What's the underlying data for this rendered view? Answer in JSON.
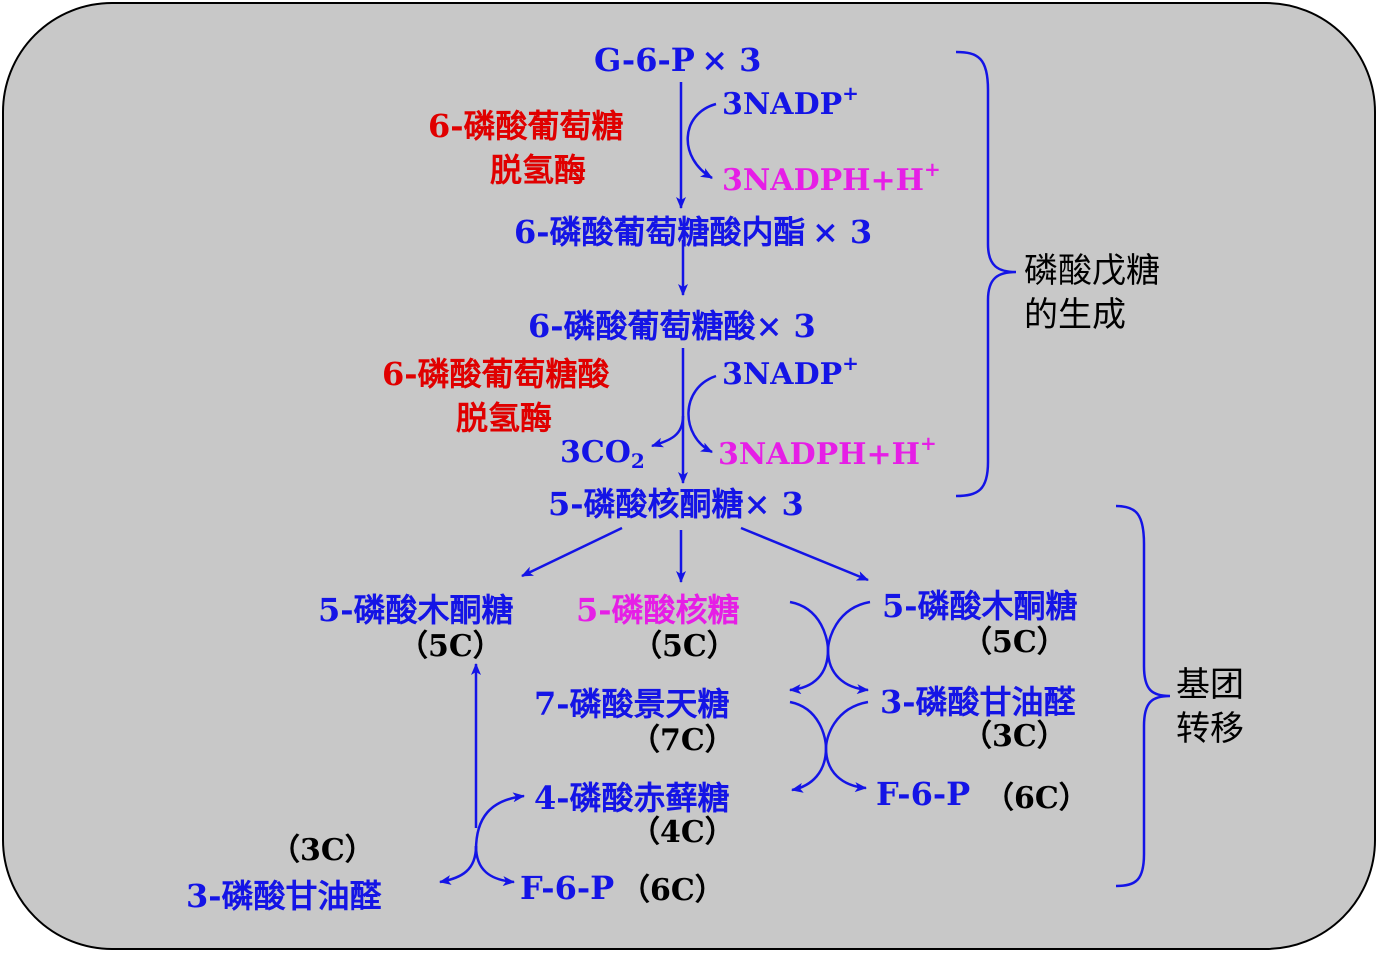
{
  "colors": {
    "background": "#c8c8c8",
    "metabolite": "#1414e6",
    "enzyme": "#e00000",
    "product": "#e61ee6",
    "label": "#000000"
  },
  "main": {
    "g6p": "G-6-P",
    "times3": "× 3",
    "enzyme1_line1": "6-磷酸葡萄糖",
    "enzyme1_line2": "脱氢酶",
    "nadp_1": "3NADP",
    "nadph_1": "3NADPH+H",
    "lactone": "6-磷酸葡萄糖酸内酯",
    "gluconate": "6-磷酸葡萄糖酸",
    "enzyme2_line1": "6-磷酸葡萄糖酸",
    "enzyme2_line2": "脱氢酶",
    "nadp_2": "3NADP",
    "co2": "3CO",
    "co2_sub": "2",
    "nadph_2": "3NADPH+H",
    "plus": "+",
    "ribulose5p": "5-磷酸核酮糖"
  },
  "transfer": {
    "xylulose5p_left": "5-磷酸木酮糖",
    "xylulose5p_left_c": "（5C）",
    "ribose5p": "5-磷酸核糖",
    "ribose5p_c": "（5C）",
    "xylulose5p_right": "5-磷酸木酮糖",
    "xylulose5p_right_c": "（5C）",
    "sedoheptulose7p": "7-磷酸景天糖",
    "sedoheptulose7p_c": "（7C）",
    "gap_right": "3-磷酸甘油醛",
    "gap_right_c": "（3C）",
    "erythrose4p": "4-磷酸赤藓糖",
    "erythrose4p_c": "（4C）",
    "f6p_right": "F-6-P",
    "f6p_right_c": "（6C）",
    "gap_bottom_c": "（3C）",
    "gap_bottom": "3-磷酸甘油醛",
    "f6p_bottom": "F-6-P",
    "f6p_bottom_c": "（6C）"
  },
  "phases": {
    "phase1_line1": "磷酸戊糖",
    "phase1_line2": "的生成",
    "phase2_line1": "基团",
    "phase2_line2": "转移"
  }
}
